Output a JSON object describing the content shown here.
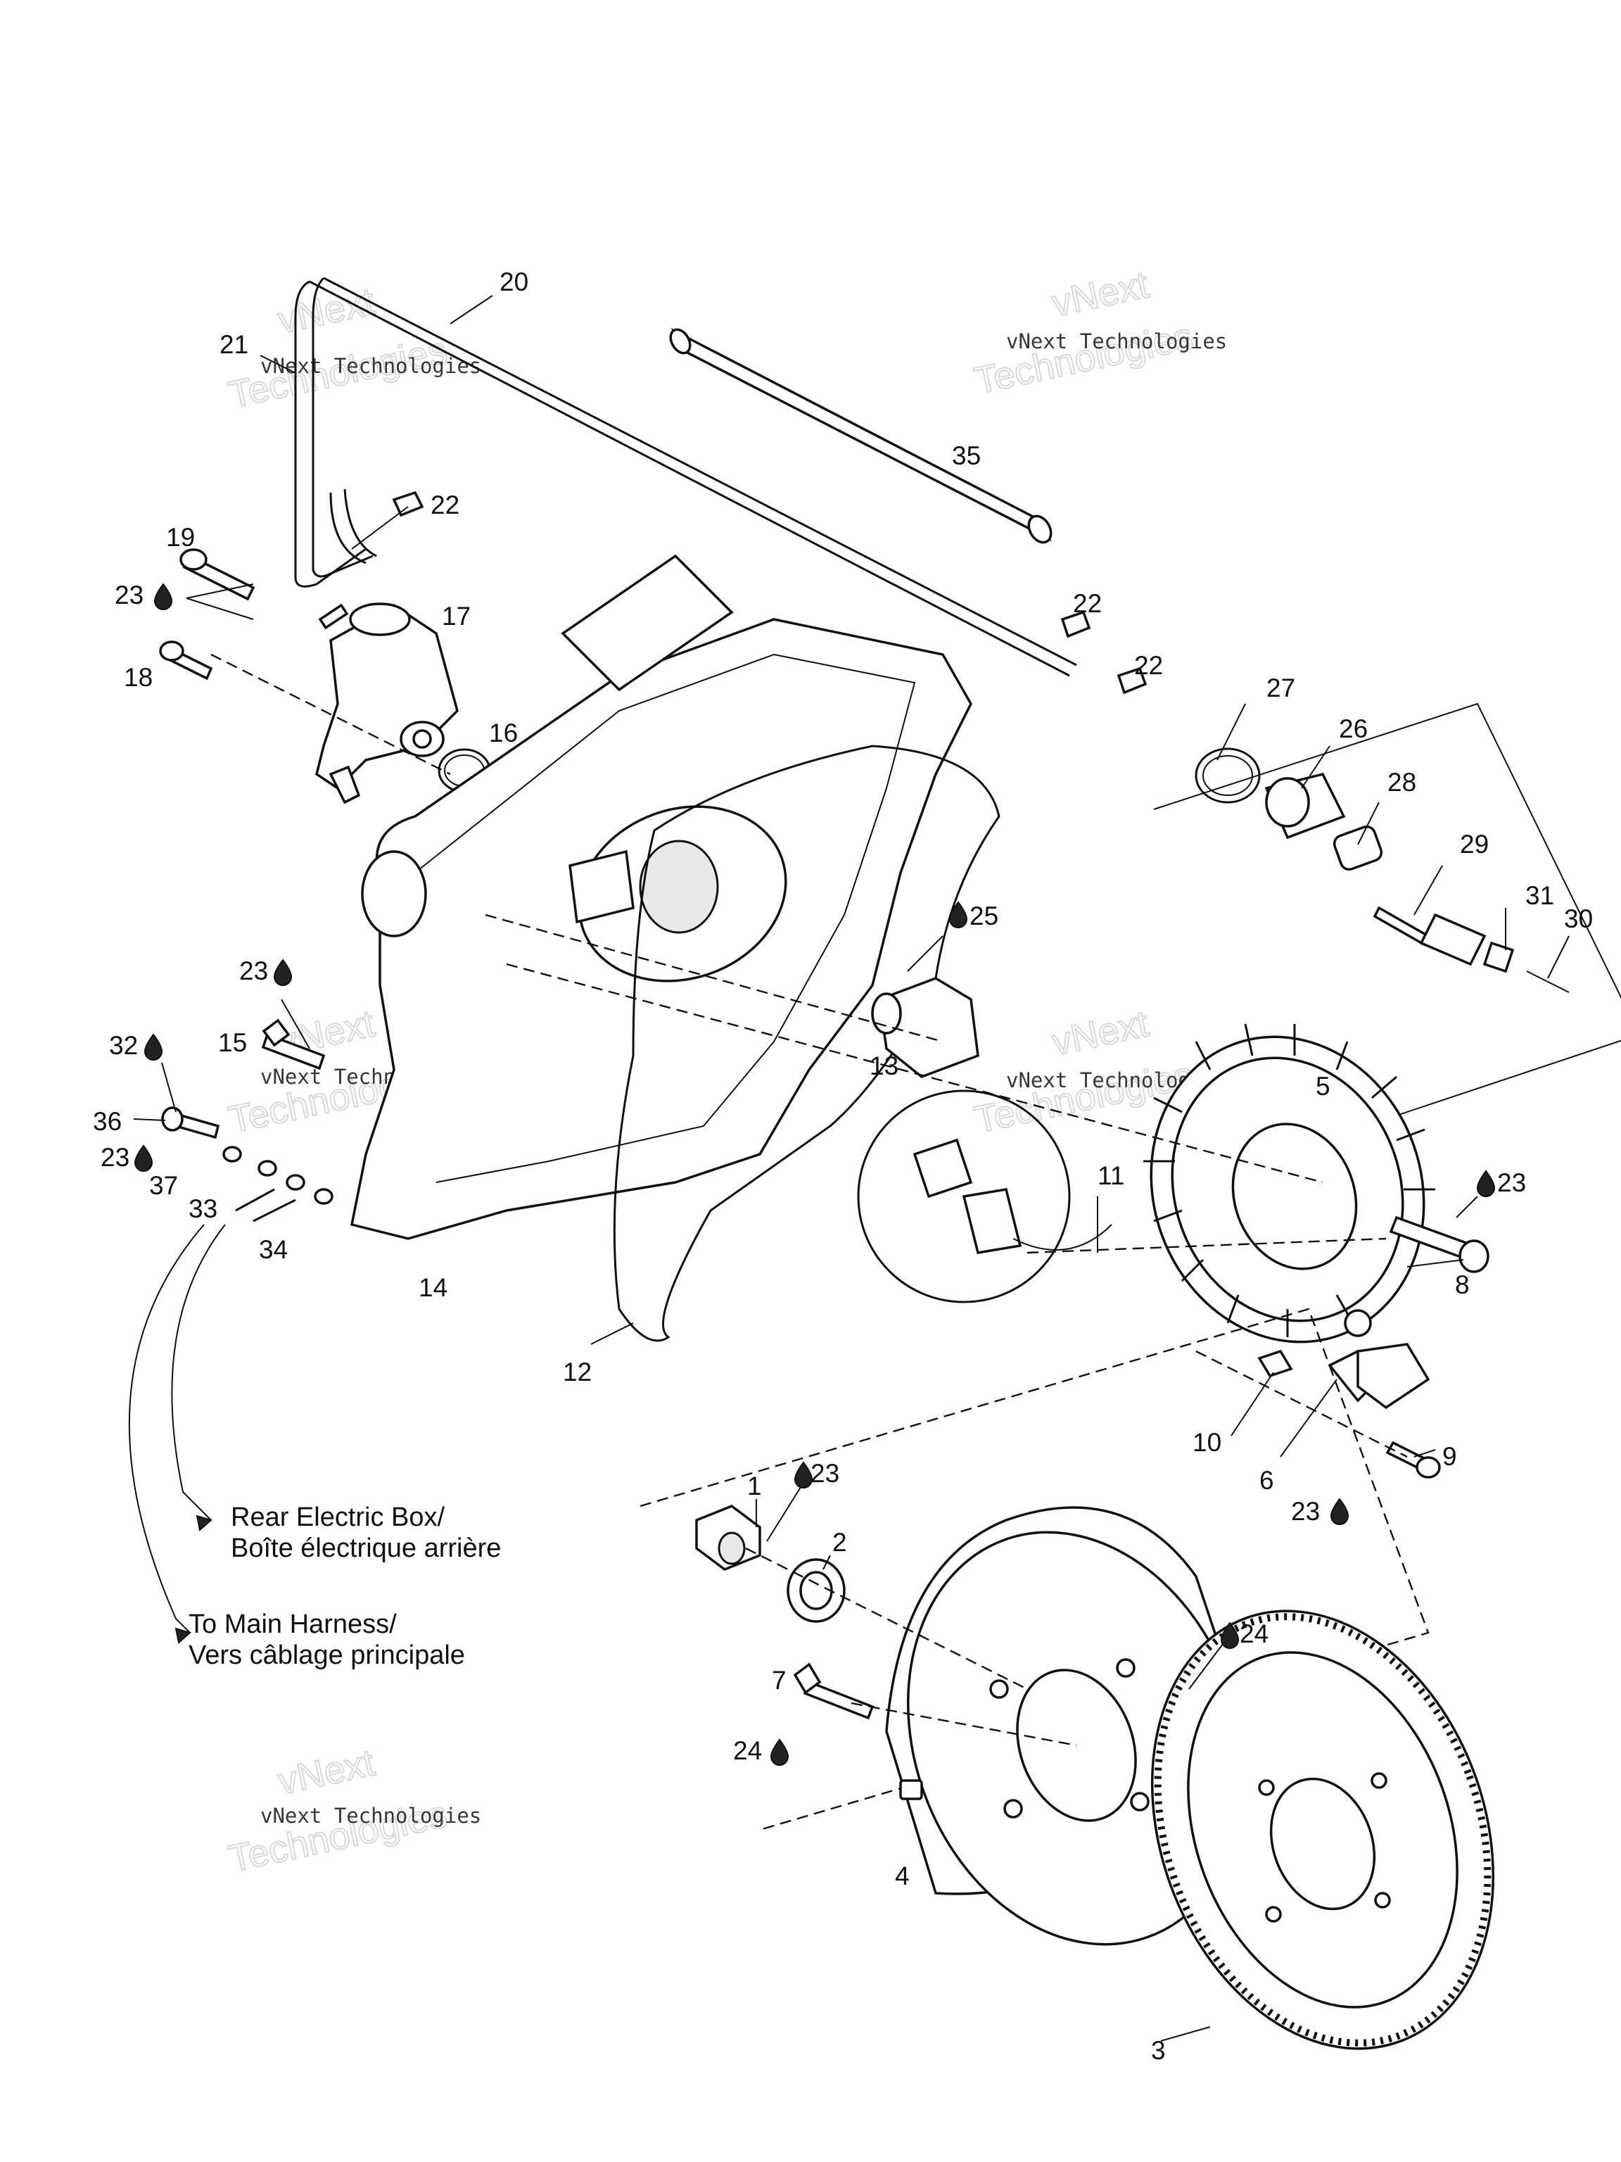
{
  "callouts": [
    {
      "n": "20"
    },
    {
      "n": "21"
    },
    {
      "n": "22"
    },
    {
      "n": "19"
    },
    {
      "n": "23"
    },
    {
      "n": "17"
    },
    {
      "n": "18"
    },
    {
      "n": "35"
    },
    {
      "n": "22"
    },
    {
      "n": "22"
    },
    {
      "n": "16"
    },
    {
      "n": "27"
    },
    {
      "n": "26"
    },
    {
      "n": "28"
    },
    {
      "n": "29"
    },
    {
      "n": "31"
    },
    {
      "n": "30"
    },
    {
      "n": "25"
    },
    {
      "n": "23"
    },
    {
      "n": "15"
    },
    {
      "n": "32"
    },
    {
      "n": "13"
    },
    {
      "n": "5"
    },
    {
      "n": "36"
    },
    {
      "n": "23"
    },
    {
      "n": "37"
    },
    {
      "n": "33"
    },
    {
      "n": "11"
    },
    {
      "n": "23"
    },
    {
      "n": "34"
    },
    {
      "n": "14"
    },
    {
      "n": "8"
    },
    {
      "n": "12"
    },
    {
      "n": "10"
    },
    {
      "n": "9"
    },
    {
      "n": "6"
    },
    {
      "n": "23"
    },
    {
      "n": "1"
    },
    {
      "n": "23"
    },
    {
      "n": "2"
    },
    {
      "n": "24"
    },
    {
      "n": "7"
    },
    {
      "n": "24"
    },
    {
      "n": "4"
    },
    {
      "n": "3"
    }
  ],
  "notes": {
    "rear_box_en": "Rear Electric Box/",
    "rear_box_fr": "Boîte électrique arrière",
    "main_harness_en": "To Main Harness/",
    "main_harness_fr": "Vers câblage principale"
  },
  "watermark": {
    "line1": "vNext Technologies",
    "line2": "vNext",
    "line3": "Technologies"
  }
}
